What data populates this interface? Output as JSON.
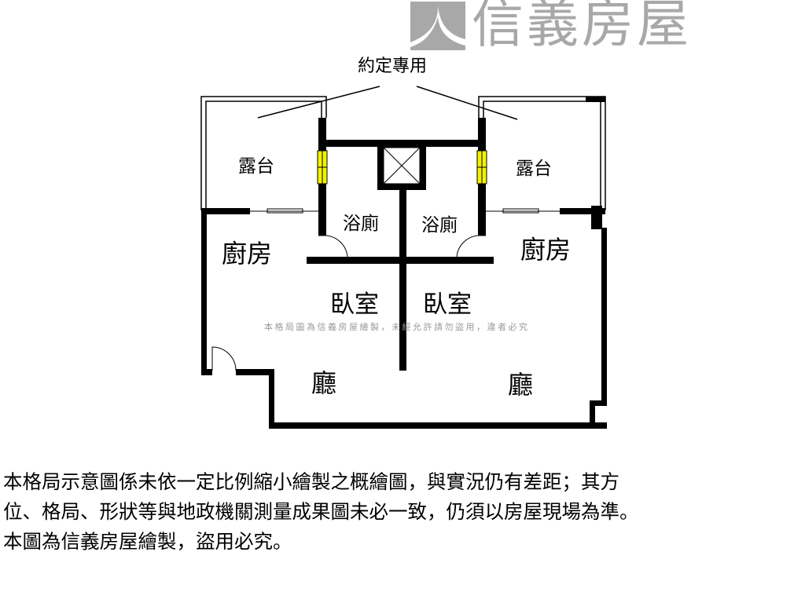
{
  "watermark": {
    "brand": "信義房屋",
    "notice": "本格局圖為信義房屋繪製，未經允許請勿盜用，違者必究"
  },
  "rooms": {
    "exclusive_use": "約定專用",
    "balcony_left": "露台",
    "balcony_right": "露台",
    "bath_left": "浴廁",
    "bath_right": "浴廁",
    "kitchen_left": "廚房",
    "kitchen_right": "廚房",
    "bedroom_left": "臥室",
    "bedroom_right": "臥室",
    "living_left": "廳",
    "living_right": "廳"
  },
  "colors": {
    "window": "#f2f200",
    "wall": "#000000",
    "watermark": "#a8a8a8"
  },
  "disclaimer": [
    "本格局示意圖係未依一定比例縮小繪製之概繪圖，與實況仍有差距；其方",
    "位、格局、形狀等與地政機關測量成果圖未必一致，仍須以房屋現場為準。",
    "本圖為信義房屋繪製，盜用必究。"
  ]
}
